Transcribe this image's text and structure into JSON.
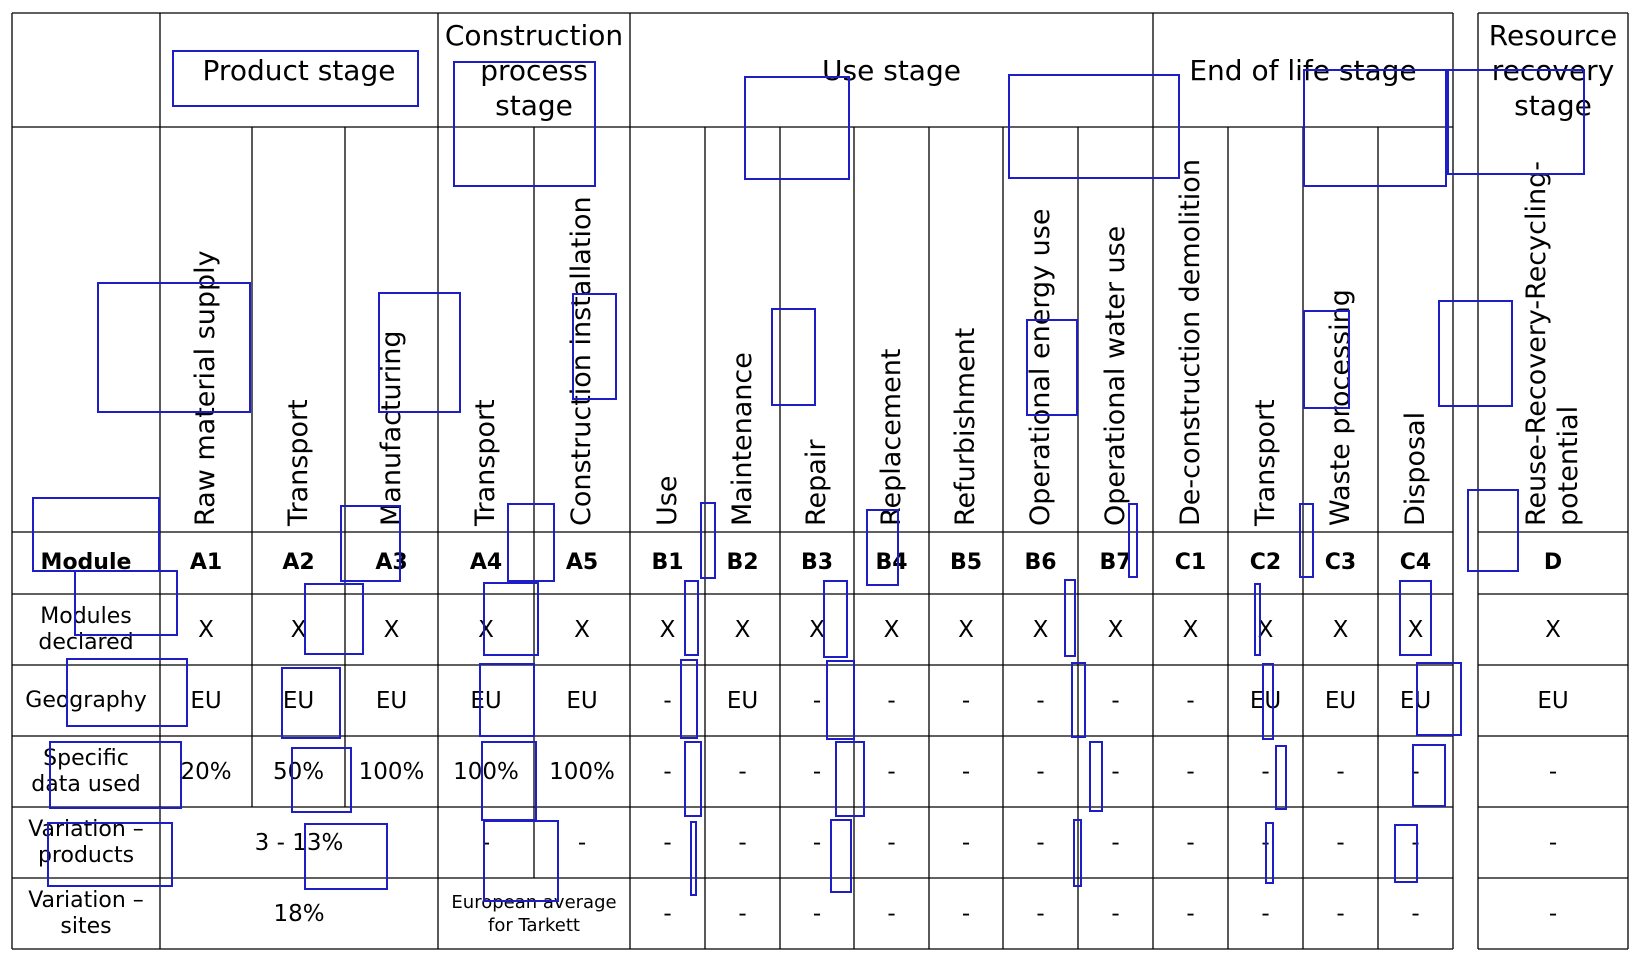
{
  "stages": [
    {
      "key": "product",
      "label": "Product stage"
    },
    {
      "key": "construction",
      "label": "Construction process stage"
    },
    {
      "key": "use",
      "label": "Use stage"
    },
    {
      "key": "eol",
      "label": "End of life stage"
    },
    {
      "key": "recovery",
      "label": "Resource recovery stage"
    }
  ],
  "modules": [
    {
      "code": "A1",
      "name": "Raw material supply",
      "declared": "X",
      "geography": "EU",
      "specific": "20%"
    },
    {
      "code": "A2",
      "name": "Transport",
      "declared": "X",
      "geography": "EU",
      "specific": "50%"
    },
    {
      "code": "A3",
      "name": "Manufacturing",
      "declared": "X",
      "geography": "EU",
      "specific": "100%"
    },
    {
      "code": "A4",
      "name": "Transport",
      "declared": "X",
      "geography": "EU",
      "specific": "100%"
    },
    {
      "code": "A5",
      "name": "Construction installation",
      "declared": "X",
      "geography": "EU",
      "specific": "100%"
    },
    {
      "code": "B1",
      "name": "Use",
      "declared": "X",
      "geography": "-",
      "specific": "-"
    },
    {
      "code": "B2",
      "name": "Maintenance",
      "declared": "X",
      "geography": "EU",
      "specific": "-"
    },
    {
      "code": "B3",
      "name": "Repair",
      "declared": "X",
      "geography": "-",
      "specific": "-"
    },
    {
      "code": "B4",
      "name": "Replacement",
      "declared": "X",
      "geography": "-",
      "specific": "-"
    },
    {
      "code": "B5",
      "name": "Refurbishment",
      "declared": "X",
      "geography": "-",
      "specific": "-"
    },
    {
      "code": "B6",
      "name": "Operational energy use",
      "declared": "X",
      "geography": "-",
      "specific": "-"
    },
    {
      "code": "B7",
      "name": "Operational water use",
      "declared": "X",
      "geography": "-",
      "specific": "-"
    },
    {
      "code": "C1",
      "name": "De-construction demolition",
      "declared": "X",
      "geography": "-",
      "specific": "-"
    },
    {
      "code": "C2",
      "name": "Transport",
      "declared": "X",
      "geography": "EU",
      "specific": "-"
    },
    {
      "code": "C3",
      "name": "Waste processing",
      "declared": "X",
      "geography": "EU",
      "specific": "-"
    },
    {
      "code": "C4",
      "name": "Disposal",
      "declared": "X",
      "geography": "EU",
      "specific": "-"
    },
    {
      "code": "D",
      "name": "Reuse-Recovery-Recycling-potential",
      "declared": "X",
      "geography": "EU",
      "specific": "-"
    }
  ],
  "row_labels": {
    "module": "Module",
    "declared": "Modules declared",
    "geography": "Geography",
    "specific": "Specific data used",
    "var_products": "Variation – products",
    "var_sites": "Variation – sites"
  },
  "variation_products": {
    "product": "3 - 13%",
    "a4": "-",
    "a5": "-",
    "rest": [
      "-",
      "-",
      "-",
      "-",
      "-",
      "-",
      "-",
      "-",
      "-",
      "-",
      "-",
      "-"
    ]
  },
  "variation_sites": {
    "product": "18%",
    "construction": "European average for Tarkett",
    "rest": [
      "-",
      "-",
      "-",
      "-",
      "-",
      "-",
      "-",
      "-",
      "-",
      "-",
      "-",
      "-"
    ]
  },
  "colors": {
    "grid": "#000000",
    "overlay": "#1e1ec8"
  }
}
